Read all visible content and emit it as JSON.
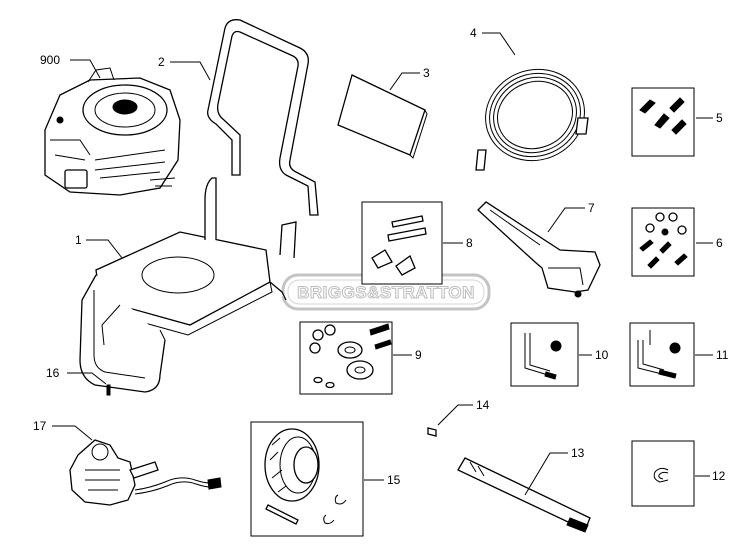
{
  "watermark": "BRIGGS&STRATTON",
  "callouts": {
    "c900": "900",
    "c1": "1",
    "c2": "2",
    "c3": "3",
    "c4": "4",
    "c5": "5",
    "c6": "6",
    "c7": "7",
    "c8": "8",
    "c9": "9",
    "c10": "10",
    "c11": "11",
    "c12": "12",
    "c13": "13",
    "c14": "14",
    "c15": "15",
    "c16": "16",
    "c17": "17"
  }
}
